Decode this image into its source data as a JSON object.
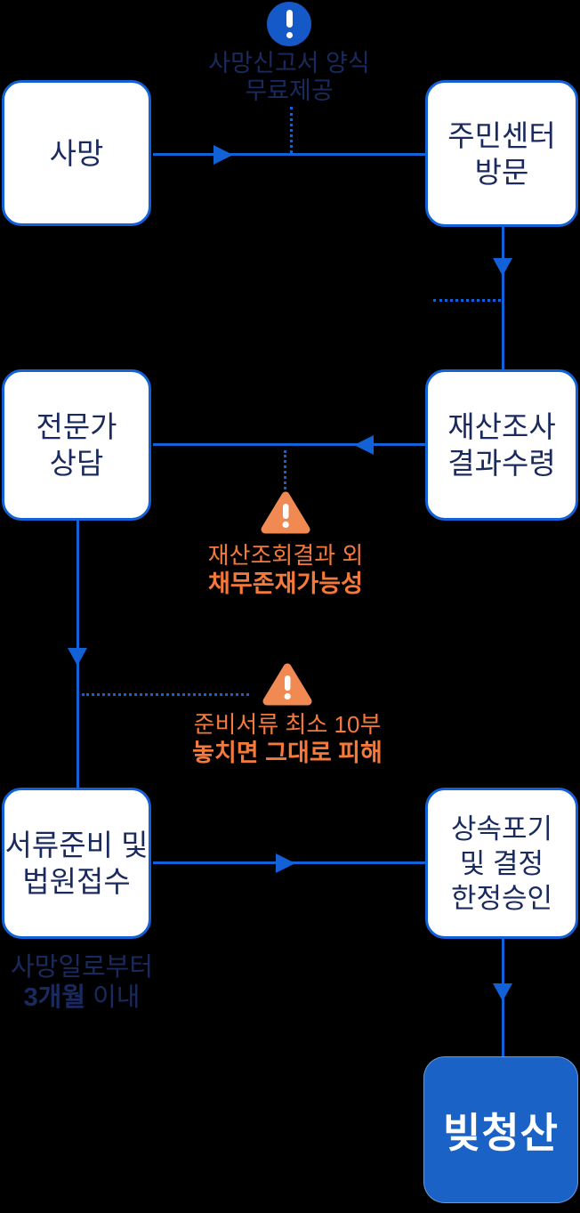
{
  "colors": {
    "line_blue": "#1261D6",
    "navy_text": "#1A2A5E",
    "orange": "#F5793B",
    "triangle_orange": "#F18A52",
    "final_box_blue": "#1B62C6",
    "box_bg": "#FFFFFF",
    "background": "#000000"
  },
  "top_note": {
    "line1": "사망신고서 양식",
    "line2": "무료제공"
  },
  "nodes": {
    "death": {
      "lines": [
        "사망"
      ]
    },
    "center": {
      "lines": [
        "주민센터",
        "방문"
      ]
    },
    "expert": {
      "lines": [
        "전문가",
        "상담"
      ]
    },
    "property": {
      "lines": [
        "재산조사",
        "결과수령"
      ]
    },
    "docs": {
      "lines": [
        "서류준비 및",
        "법원접수"
      ]
    },
    "renounce": {
      "lines": [
        "상속포기",
        "및 결정",
        "한정승인"
      ]
    },
    "final": {
      "label": "빚청산"
    }
  },
  "warnings": {
    "w1": {
      "line1": "재산조회결과 외",
      "line2": "채무존재가능성"
    },
    "w2": {
      "line1": "준비서류 최소 10부",
      "line2": "놓치면 그대로 피해"
    }
  },
  "deadline_note": {
    "line1": "사망일로부터",
    "line2_bold": "3개월",
    "line2_rest": " 이내"
  }
}
